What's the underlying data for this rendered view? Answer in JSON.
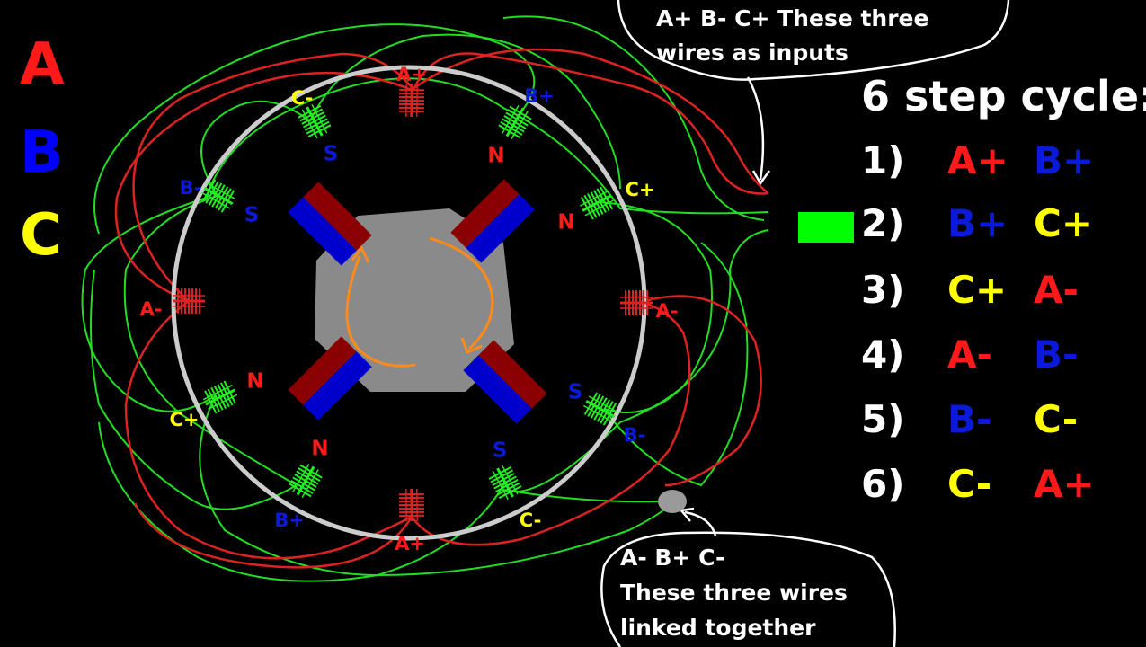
{
  "legend": [
    {
      "label": "A",
      "color": "#ff1a1a"
    },
    {
      "label": "B",
      "color": "#0000ff"
    },
    {
      "label": "C",
      "color": "#ffff00"
    }
  ],
  "colors": {
    "A": "#ff1a1a",
    "B": "#0a1ad8",
    "C": "#ffff00",
    "coil": "#22ee22",
    "wire_green": "#22dd22",
    "wire_red": "#dd2222",
    "ring": "#cccccc",
    "rotor": "#8a8a8a",
    "arrow": "#ff8a1a"
  },
  "coils": [
    {
      "label": "A+",
      "phase": "A"
    },
    {
      "label": "B+",
      "phase": "B"
    },
    {
      "label": "C+",
      "phase": "C"
    },
    {
      "label": "A-",
      "phase": "A"
    },
    {
      "label": "B-",
      "phase": "B"
    },
    {
      "label": "C-",
      "phase": "C"
    },
    {
      "label": "A+",
      "phase": "A"
    },
    {
      "label": "B+",
      "phase": "B"
    },
    {
      "label": "C+",
      "phase": "C"
    },
    {
      "label": "A-",
      "phase": "A"
    },
    {
      "label": "B-",
      "phase": "B"
    },
    {
      "label": "C-",
      "phase": "C"
    }
  ],
  "poles": [
    "N",
    "N",
    "S",
    "S",
    "N",
    "N",
    "S",
    "S"
  ],
  "cycle": {
    "title": "6 step cycle:",
    "steps": [
      {
        "num": "1)",
        "a": "A+",
        "a_phase": "A",
        "b": "B+",
        "b_phase": "B"
      },
      {
        "num": "2)",
        "a": "B+",
        "a_phase": "B",
        "b": "C+",
        "b_phase": "C"
      },
      {
        "num": "3)",
        "a": "C+",
        "a_phase": "C",
        "b": "A-",
        "b_phase": "A"
      },
      {
        "num": "4)",
        "a": "A-",
        "a_phase": "A",
        "b": "B-",
        "b_phase": "B"
      },
      {
        "num": "5)",
        "a": "B-",
        "a_phase": "B",
        "b": "C-",
        "b_phase": "C"
      },
      {
        "num": "6)",
        "a": "C-",
        "a_phase": "C",
        "b": "A+",
        "b_phase": "A"
      }
    ]
  },
  "notes": {
    "inputs_line1": "A+  B-  C+    These three",
    "inputs_line2": "wires as inputs",
    "linked_line1": "A-   B+   C-",
    "linked_line2": "These three wires",
    "linked_line3": "linked together"
  }
}
